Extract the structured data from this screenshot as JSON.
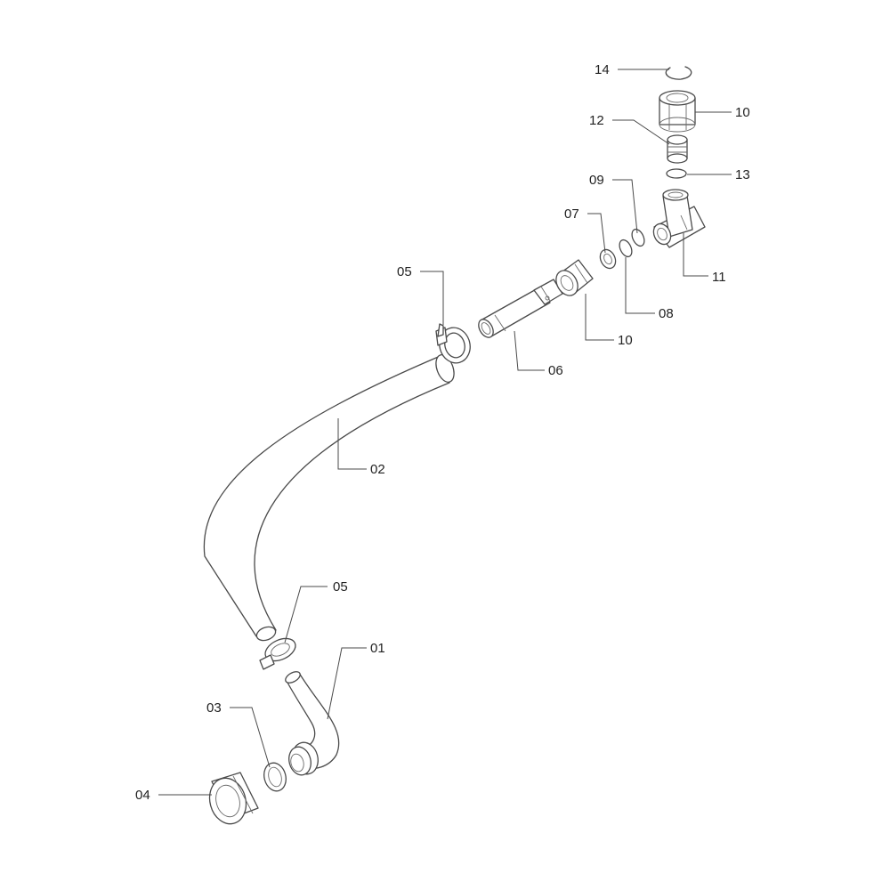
{
  "callouts": [
    {
      "id": "c14",
      "label": "14"
    },
    {
      "id": "c10a",
      "label": "10"
    },
    {
      "id": "c12",
      "label": "12"
    },
    {
      "id": "c13",
      "label": "13"
    },
    {
      "id": "c09",
      "label": "09"
    },
    {
      "id": "c07",
      "label": "07"
    },
    {
      "id": "c11",
      "label": "11"
    },
    {
      "id": "c08",
      "label": "08"
    },
    {
      "id": "c05a",
      "label": "05"
    },
    {
      "id": "c10b",
      "label": "10"
    },
    {
      "id": "c06",
      "label": "06"
    },
    {
      "id": "c02",
      "label": "02"
    },
    {
      "id": "c05b",
      "label": "05"
    },
    {
      "id": "c01",
      "label": "01"
    },
    {
      "id": "c03",
      "label": "03"
    },
    {
      "id": "c04",
      "label": "04"
    }
  ],
  "colors": {
    "line": "#4a4a4a",
    "background": "#ffffff"
  }
}
